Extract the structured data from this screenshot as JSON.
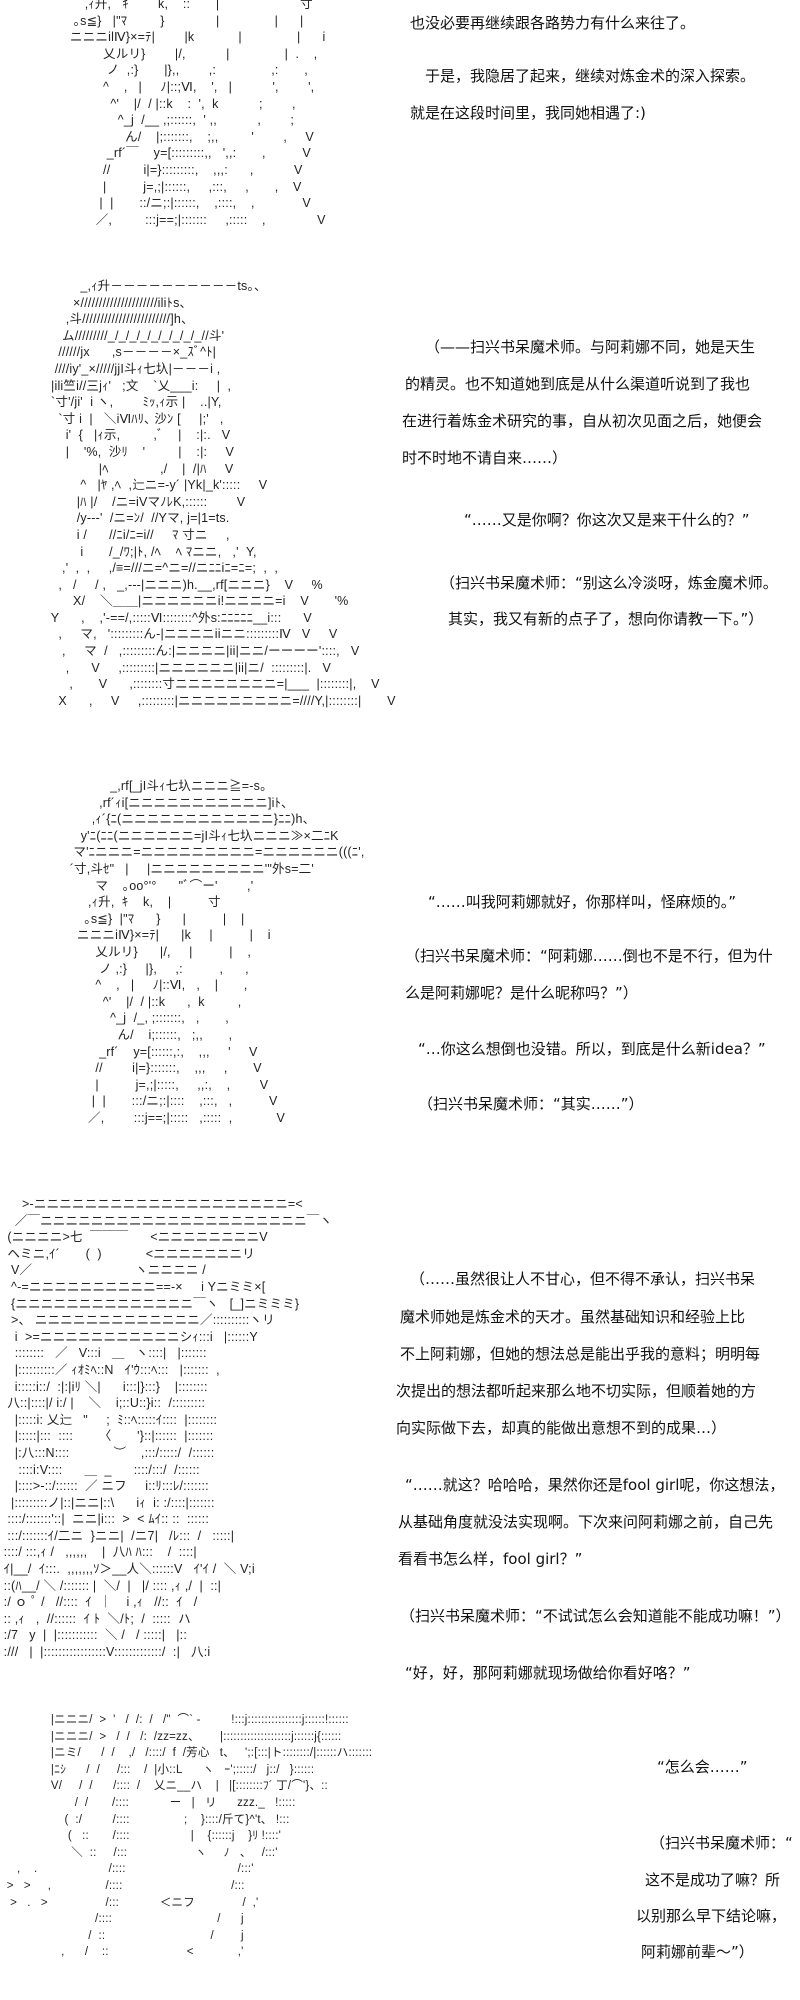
{
  "panels": [
    {
      "art": [
        "    ,ｨ升,   ｷ        k,    ::       |                      寸",
        " ｡s≦}   |\"ﾏ         }              |               |      |",
        "ニニニilⅣ}×=ﾃ|        |k            |               |      i",
        "         乂ルリ}        |/,           |               |  .    ,",
        "          ノ  ,:}       |},,        ,:               ,:       ,",
        "         ^    ,   |     ﾉ|::;Ⅵ,    ',   |           ',        ',",
        "           ^'    |/  / |::k    :  ',  k           ;        ,",
        "             ^_j  /__ ,;::::::,  ' ,,           ,        ;",
        "               ん/    |;:::::::,    ;,,         '        ,     V",
        "          _rf´￣    y=[:::::::::,,   ',,:       ,          V",
        "         //         i|=}:::::::::,    ,,,:      ,           V",
        "         |          j=,;|::::::,     ,:::,     ,       ,    V",
        "        |  |       ::/ニ;:|::::::,    ,::::,    ,             V",
        "       ／,         :::j==;|:::::::     ,:::::    ,              V"
      ],
      "lines": [
        "也没必要再继续跟各路势力有什么来往了。",
        "于是，我隐居了起来，继续对炼金术的深入探索。",
        "就是在这段时间里，我同她相遇了:)"
      ]
    },
    {
      "art": [
        "           _,ｨ升－－－－－－－－－－ts｡、",
        "         ×/////////////////////iliﾄs、",
        "       ,斗////////////////////////]h、",
        "      ム/////////_/_/_/_/_/_/_/_/_//斗'",
        "     //////jx      ,s－－－－×_ｽﾞ^ﾄ|",
        "    ////iy'_×/////jjI斗ｨ七圦|－－－i ,",
        "   |ili竺i//三jｨ'   ;文    `乂___i:     |  ,",
        "   `寸'/ji'  i ヽ,        ﾐｯ,ｨ示 |    ..|Y,",
        "     `寸 i  |   ＼iⅥﾊﾘ､ 沙ﾝ [     |;'   ,",
        "       i'  {   |ｨ示,         ,ﾞ    |    :|:.   V",
        "       |    '%,  沙ﾘ    '         |    :|:     V",
        "                |ﾍ              ,/    |  /|ﾊ     V",
        "           ^   |ﾔ ,ﾍ  ,辷ニ=-y´ |Yk|_k':::::     V",
        "          |ﾊ |/    /ニ=iVマﾉﾚK,::::::        V",
        "          /y---'  /ニ=ﾝ/  //Yマ, j=|1=ts.",
        "          i /      //ﾆi/ﾆ=i//     ﾏ 寸ニ     ,",
        "           i       /_/ﾜ;|ﾄ, /ﾍ    ﾍ ﾏニニ,   ,'  Y,",
        "      ,'  ,  ,     ,/≡=///ニ=^ニ=//ニﾆﾆiﾆ=ﾆ=;  ,  ,",
        "     ,   /     / ,   _,---|ニニニ)h.__,rf[ニニニ}    V     %",
        "         X/    ＼＿＿|ニニニニニニi!ニニニニ=i    V       '%",
        "   Y      ,    ,'-==/,:::::Ⅵ::::::::^外s:ﾆﾆﾆﾆﾆ__i:::      V",
        "     ,     マ,   ':::::::::ん-|ニニニニiiニニ:::::::::Ⅳ   V     V",
        "      ,     マ  /   ,:::::::::ん:|ニニニニ|ii|ニニ/ーーーー'::::,   V",
        "       ,      V     ,:::::::::|ニニニニニニ|ii|ニ/  :::::::::|.   V",
        "        ,       V      ,::::::::寸ニニニニニニニニ=|___  |::::::::|,    V",
        "     X      ,     V     ,:::::::::|ニニニニニニニニニ=////Y,|::::::::|       V"
      ],
      "lines": [
        "（——扫兴书呆魔术师。与阿莉娜不同，她是天生",
        "的精灵。也不知道她到底是从什么渠道听说到了我也",
        "在进行着炼金术研究的事，自从初次见面之后，她便会",
        "时不时地不请自来……）",
        "“……又是你啊？你这次又是来干什么的？”",
        "（扫兴书呆魔术师：“别这么冷淡呀，炼金魔术师。",
        "其实，我又有新的点子了，想向你请教一下。”）"
      ]
    },
    {
      "art": [
        "               _,rf[_jI斗ｨ七圦ニニニ≧=-s。",
        "            ,rf´ｨi[ニニニニニニニニニニニ]iﾄ、",
        "          ,ｨ´{ﾆ(ニニニニニニニニニニニニ}ﾆﾆ)h、",
        "       y'ﾆ(ﾆﾆ(ニニニニニニ=jI斗ｨ七圦ニニニ≫×二ﾆK",
        "     マ'ﾆニニニ=ニニニニニニニニニ=ニニニニニニ(((ﾆ',",
        "    ´寸,斗ｾ\"   |     |ニニニニニニニニニ'\"外s=二'",
        "           マ    ｡oo°'°      \"ﾞ⌒ー'        ,'",
        "         ,ｨ升,  ｷ    k,    |          寸",
        "        ｡s≦}  |\"ﾏ      }      |          |    |",
        "      ニニニiⅣ}×=ﾃ|      |k     |          |    i",
        "           乂ルリ}      |/,     |          |    ,",
        "            ノ ,:}     |},     ,:          ,      ,",
        "           ^    ,   |     ﾉ|::Ⅵ,   ,    |       ,",
        "             ^'    |/  / |::k      ,  k         ,",
        "               ^_j  /_, ;:::::::,   ,       ,",
        "                 ん/    i;::::::,   ;,,       ,",
        "            _rf´    y=[::::::,:,    ,,,     '     V",
        "           //        i|=}:::::::,    ,,,     ,       V",
        "           |          j=,;|:::::,     ,,:,    ,        V",
        "          |  |       :::/ニ;:|::::    ,:::,   ,          V",
        "         ／,        :::j==;|:::::   ,:::::  ,            V"
      ],
      "lines": [
        "“……叫我阿莉娜就好，你那样叫，怪麻烦的。”",
        "（扫兴书呆魔术师：“阿莉娜……倒也不是不行，但为什",
        "么是阿莉娜呢？是什么昵称吗？”）",
        "“…你这么想倒也没错。所以，到底是什么新idea？”",
        "（扫兴书呆魔术师：“其实……”）"
      ]
    },
    {
      "art": [
        "      >-ニニニニニニニニニニニニニニニニニニニニ=<",
        "    ／￣ニニニニニニニニニニニニニニニニニニニニニ￣ヽ",
        "  (ニニニニ>七  ￣￣￣      <ニニニニニニニニV",
        "  ヘミニ,ｲ´       (  )            <ニニニニニニニリ",
        "   V／                            ヽニニニニ /",
        "   ^-=ニニニニニニニニニニ==-×     i Yニミミ×[",
        "   {ニニニニニニニニニニニニニニ￣ヽ   [_]ニミミミ}",
        "   >、 ニニニニニニニニニニニニニ／::::::::::ヽリ",
        "    i  >=ニニニニニニニニニニニシｨ:::i   |::::::Y",
        "    ::::::::   ／   V:::i   ＿   ヽ::::|   |:::::::",
        "    |::::::::::／ ｨｵﾐﾍ::N   ｲ'ｳ:::ﾍ:::   |:::::::  ,",
        "    i:::::i::/  :|:|iﾘ ＼|      i:::|}:::}    |::::::::",
        "  八::|::::|/ i:/ |    ＼    i;::U::}i::  /:::::::::",
        "    |:::::i: 乂辷   \"     ;  ﾐ::ﾍ:::::ｲ::::  |::::::::",
        "    |:::::|:::  ::::       〈       '}::|::::::  |:::::::",
        "    |:八:::N::::            ︶    ,:::/:::::/  /::::::",
        "     ::::i:V::::      ＿  _      ::::/:::/  /::::::",
        "    |::::>-::/::::::  ／ ニフ     i::ﾘ:::ﾚ/:::::::",
        "   |:::::::::ノ|::|ニニ|::\\      iｨ  i: :/::::|:::::::",
        "  ::::/:::::::'::|  ニニ|i:::  >  < ﾑｲ:: ::  ::::::",
        "  :::/:::::::ｲ/二ニ  }ニニ|  /ニ7|   /ﾚ:::  /   :::::|",
        " ::::/ :::,ｨ /   ,,,,,,    |  八ﾊ ﾊ:::    /  ::::|",
        " ｲ|__/  ｲ:::.  ,,,,,,,ｿ＞__人＼::::::V   ｲ'ｲ /  ＼ V;i",
        " ::(ﾊ__/ ＼ /::::::: |  ＼/  |   |/ :::: ,ｨ ,/  |  ::|",
        " :/ ｏ ﾟ /   //::::  ｲ  ｜    i ,ｨ   //::  ｲ   /",
        " :: ,ｨ   ,  //::::::  ｲ ﾄ  ＼/ﾄ;  /  :::::  ハ",
        " :/7   y  |  |:::::::::::  ＼ /   / :::::|   |::",
        " :///   |  |:::::::::::::::::V:::::::::::::/  :|   八:i"
      ],
      "lines": [
        "（……虽然很让人不甘心，但不得不承认，扫兴书呆",
        "魔术师她是炼金术的天才。虽然基础知识和经验上比",
        "不上阿莉娜，但她的想法总是能出乎我的意料；明明每",
        "次提出的想法都听起来那么地不切实际，但顺着她的方",
        "向实际做下去，却真的能做出意想不到的成果…）",
        "“……就这？哈哈哈，果然你还是fool girl呢，你这想法，",
        "从基础角度就没法实现啊。下次来问阿莉娜之前，自己先",
        "看看书怎么样，fool girl？”",
        "（扫兴书呆魔术师：“不试试怎么会知道能不能成功嘛！”）",
        "“好，好，那阿莉娜就现场做给你看好咯？”"
      ]
    },
    {
      "art": [
        "               |ニニニ/  >  '   /  /:  /   /\"  ⌒` -         !:::j::::::::::::::::j::::::!::::::",
        "               |ニニニ/  >   /  /   /:  /zz=zz、      |::::::::::::::::::::j::::::j{::::::",
        "               |ニミ/      /  /    ,/   /::::/  f  /芳心   t、   ';:[:::|ト::::::::/|::::::ハ:::::::",
        "               |ﾆｼ      /  /     /:::    /  |小::L      ヽ   ｰ';:::::/   j::/   }::::::",
        "               V/     /  /      /::::  /    乂ニ__ハ    |   |[::::::::ﾌ´ 丁/⌒'}、::",
        "                      /  /       /::::            ー   |   リ      zzz._   !:::::",
        "                   (  :/         /::::                ;    }::::/斤て}^'t、 !:::",
        "                    (   ::       /::::                  |    {::::::j    }ﾘ !::::'",
        "                     ＼  ::     /:::                    ヽ     ﾉ   、   /:::'",
        "     ,    .                     /::::                                 /:::'",
        "  >   >     ,                /::::                                /:::",
        "   >   .   >                 /:::            ＜ニフ              /  ,'",
        "                            /::::                               /      j",
        "                          /  ::                               /        j",
        "                  ,      /    ::                       <             ,'"
      ],
      "lines": [
        "“怎么会……”",
        "（扫兴书呆魔术师：“",
        "这不是成功了嘛？所",
        "以别那么早下结论嘛，",
        "阿莉娜前辈～”）"
      ]
    }
  ]
}
